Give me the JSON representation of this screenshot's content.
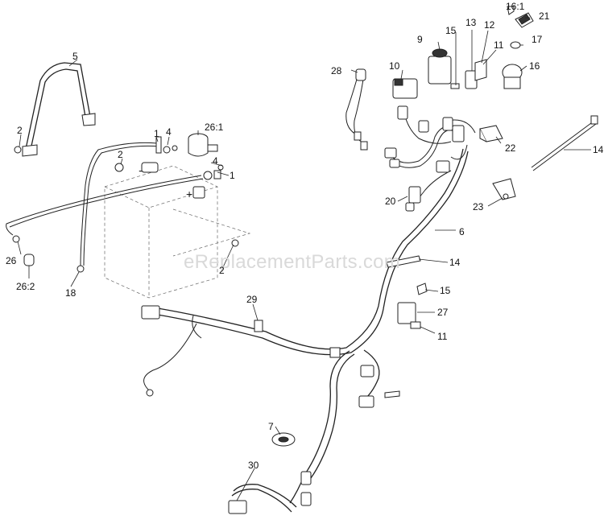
{
  "watermark": "eReplacementParts.com",
  "callouts": {
    "c_16_1": "16:1",
    "c_21": "21",
    "c_13": "13",
    "c_12": "12",
    "c_15a": "15",
    "c_9": "9",
    "c_11a": "11",
    "c_17": "17",
    "c_16": "16",
    "c_5": "5",
    "c_28": "28",
    "c_10": "10",
    "c_2a": "2",
    "c_1a": "1",
    "c_4a": "4",
    "c_26_1": "26:1",
    "c_2b": "2",
    "c_4b": "4",
    "c_1b": "1",
    "c_22": "22",
    "c_14a": "14",
    "c_23": "23",
    "c_20": "20",
    "c_6": "6",
    "c_26": "26",
    "c_26_2": "26:2",
    "c_18": "18",
    "c_2c": "2",
    "c_14b": "14",
    "c_15b": "15",
    "c_27": "27",
    "c_29": "29",
    "c_11b": "11",
    "c_7": "7",
    "c_30": "30"
  }
}
